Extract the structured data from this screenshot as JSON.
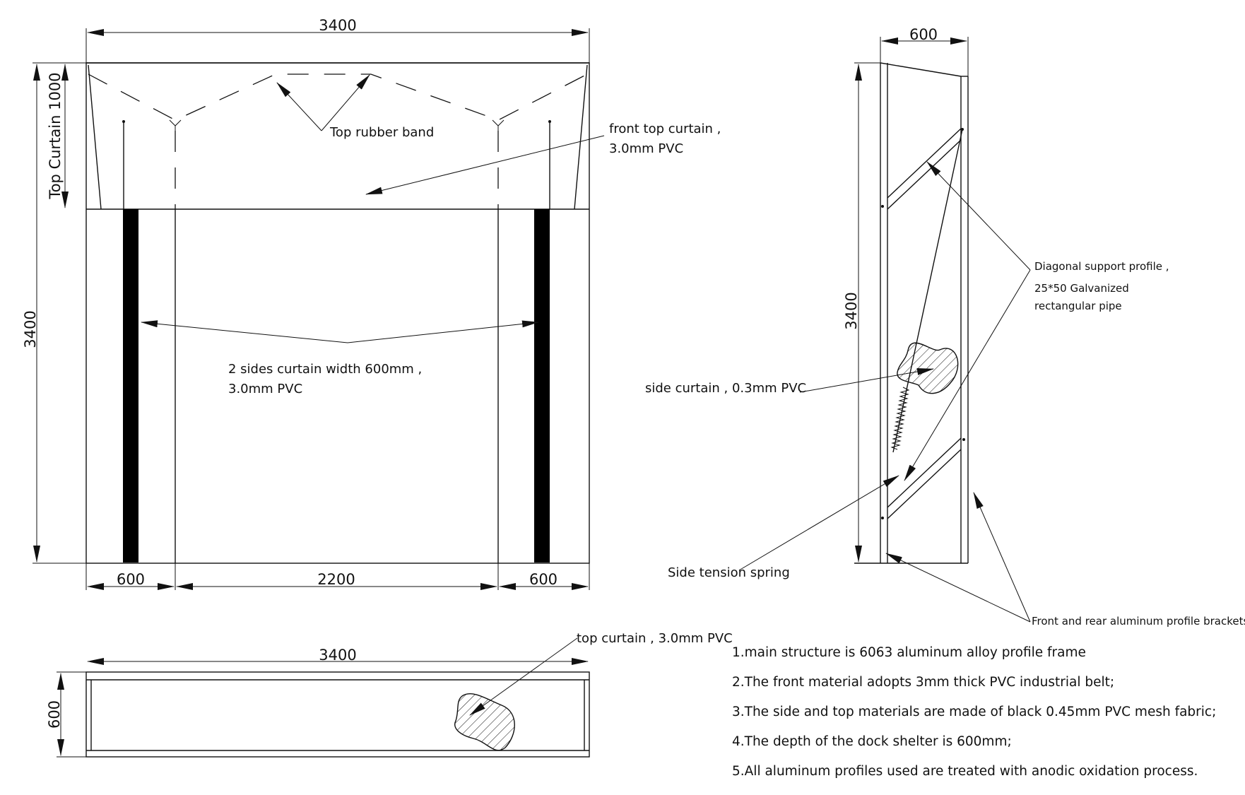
{
  "front_view": {
    "overall_width": "3400",
    "overall_height": "3400",
    "top_curtain_dim": "Top Curtain 1000",
    "side_width_left": "600",
    "opening_width": "2200",
    "side_width_right": "600",
    "label_top_rubber_band": "Top rubber band",
    "label_front_top_curtain_l1": "front top curtain ,",
    "label_front_top_curtain_l2": "3.0mm PVC",
    "label_sides_curtain_l1": "2 sides curtain width 600mm ,",
    "label_sides_curtain_l2": "3.0mm PVC"
  },
  "side_view": {
    "depth": "600",
    "height": "3400",
    "label_diagonal_l1": "Diagonal support profile ,",
    "label_diagonal_l2": "25*50 Galvanized",
    "label_diagonal_l3": "rectangular pipe",
    "label_side_curtain": "side curtain , 0.3mm PVC",
    "label_spring": "Side tension spring",
    "label_brackets": "Front and rear aluminum profile brackets"
  },
  "top_view": {
    "width": "3400",
    "depth": "600",
    "label_top_curtain": "top curtain , 3.0mm PVC"
  },
  "notes": [
    "1.main structure is 6063 aluminum alloy profile frame",
    "2.The front material adopts 3mm thick PVC industrial belt;",
    "3.The side and top materials are made of black 0.45mm PVC mesh fabric;",
    "4.The depth of the dock shelter is 600mm;",
    "5.All aluminum profiles used are treated with anodic oxidation process."
  ]
}
